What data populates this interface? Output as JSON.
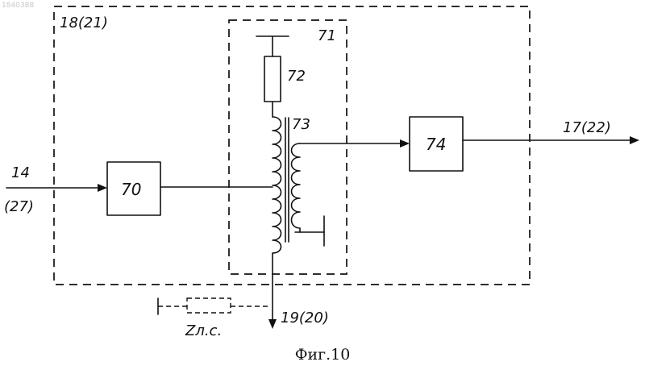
{
  "watermark": "1840388",
  "caption": "Фиг.10",
  "labels": {
    "outer_block": "18(21)",
    "inner_block": "71",
    "resistor": "72",
    "transformer": "73",
    "block_74": "74",
    "block_70": "70",
    "input_top": "14",
    "input_bottom": "(27)",
    "output": "17(22)",
    "bottom_output": "19(20)",
    "impedance": "Zл.с."
  }
}
